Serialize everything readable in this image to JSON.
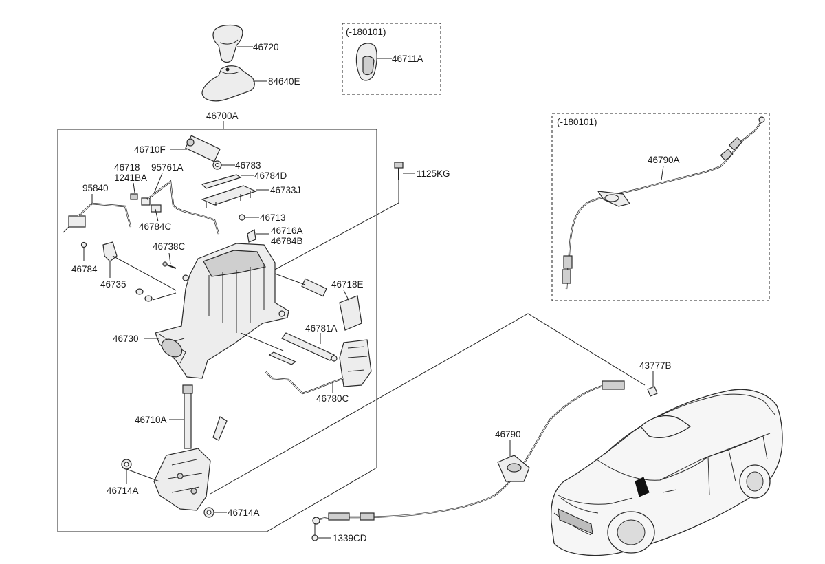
{
  "labels": {
    "l46720": "46720",
    "l84640E": "84640E",
    "l46700A": "46700A",
    "l46711A": "46711A",
    "lnote1": "(-180101)",
    "lnote2": "(-180101)",
    "l46790A": "46790A",
    "l1125KG": "1125KG",
    "l46710F": "46710F",
    "l46783": "46783",
    "l46784D": "46784D",
    "l46733J": "46733J",
    "l46718": "46718",
    "l1241BA": "1241BA",
    "l95761A": "95761A",
    "l95840": "95840",
    "l46784C": "46784C",
    "l46713": "46713",
    "l46716A": "46716A",
    "l46784B": "46784B",
    "l46738C": "46738C",
    "l46784": "46784",
    "l46735": "46735",
    "l46718E": "46718E",
    "l46781A": "46781A",
    "l46730": "46730",
    "l46780C": "46780C",
    "l46710A": "46710A",
    "l46714A_left": "46714A",
    "l46714A_bottom": "46714A",
    "l43777B": "43777B",
    "l46790": "46790",
    "l1339CD": "1339CD"
  }
}
